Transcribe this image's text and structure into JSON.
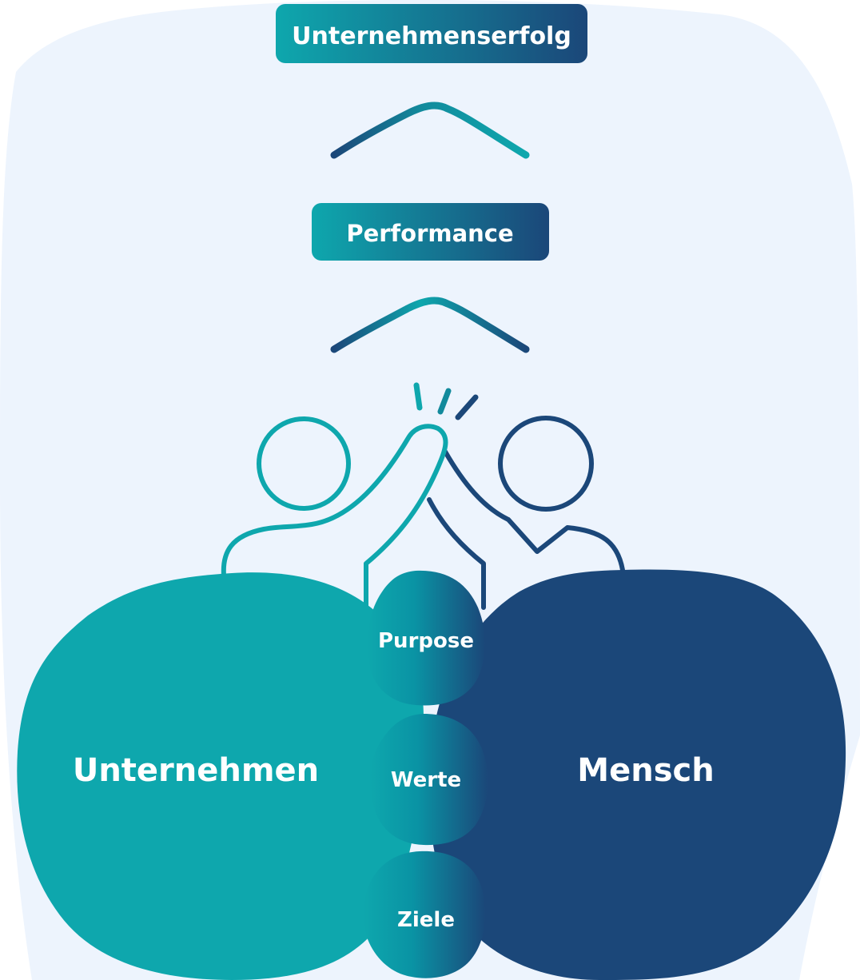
{
  "colors": {
    "background_blob": "#edf4fd",
    "teal": "#0ea7ad",
    "navy": "#1b4779",
    "gradient_start": "#0ea7ad",
    "gradient_end": "#1b4779",
    "label_text": "#ffffff"
  },
  "icons": [
    "chevron-up-icon",
    "high-five-people-icon"
  ],
  "hierarchy": {
    "top_label": "Unternehmenserfolg",
    "middle_label": "Performance"
  },
  "circles": {
    "left": "Unternehmen",
    "right": "Mensch"
  },
  "overlap": {
    "items": [
      "Purpose",
      "Werte",
      "Ziele"
    ]
  }
}
